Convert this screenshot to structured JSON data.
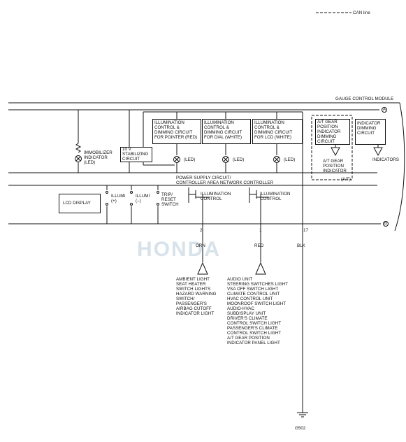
{
  "legend": {
    "can_line": "CAN line"
  },
  "module_title": "GAUGE CONTROL MODULE",
  "bus_a": "A",
  "bus_b": "B",
  "immobilizer": "IMMOBILIZER\nINDICATOR\n(LED)",
  "stabilizing": "10 V\nSTABILIZING\nCIRCUIT",
  "illum_pointer": "ILLUMINATION\nCONTROL &\nDIMMING CIRCUIT\nFOR POINTER (RED)",
  "illum_dial": "ILLUMINATION\nCONTROL &\nDIMMING CIRCUIT\nFOR DIAL (WHITE)",
  "illum_lcd": "ILLUMINATION\nCONTROL &\nDIMMING CIRCUIT\nFOR LCD (WHITE)",
  "led": "(LED)",
  "at_dimming": "A/T GEAR\nPOSITION\nINDICATOR\nDIMMING\nCIRCUIT",
  "at_indicator": "A/T GEAR\nPOSITION\nINDICATOR",
  "at_tag": "(A/T)",
  "indicator_dimming": "INDICATOR\nDIMMING\nCIRCUIT",
  "indicators": "INDICATORS",
  "power_supply": "POWER SUPPLY CIRCUIT/\nCONTROLLER AREA NETWORK CONTROLLER",
  "lcd_display": "LCD DISPLAY",
  "illumi_plus": "ILLUMI\n(+)",
  "illumi_minus": "ILLUMI\n(–)",
  "trip_reset": "TRIP/\nRESET\nSWITCH",
  "illum_control_1": "ILLUMINATION\nCONTROL",
  "illum_control_2": "ILLUMINATION\nCONTROL",
  "pins": {
    "p2": "2",
    "p1": "1",
    "p17": "17"
  },
  "wires": {
    "orn": "ORN",
    "red": "RED",
    "blk": "BLK"
  },
  "orn_loads": "AMBIENT LIGHT\nSEAT HEATER\nSWITCH LIGHTS\nHAZARD WARNING\nSWITCH/\nPASSENGER'S\nAIRBAG CUTOFF\nINDICATOR LIGHT",
  "red_loads": "AUDIO UNIT\nSTEERING SWITCHES LIGHT\nVSA OFF SWITCH LIGHT\nCLIMATE CONTROL UNIT\nHVAC CONTROL UNIT\nMOONROOF SWITCH LIGHT\nAUDIO-HVAC\nSUBDISPLAY UNIT\nDRIVER'S CLIMATE\nCONTROL SWITCH LIGHT\nPASSENGER'S CLIMATE\nCONTROL SWITCH LIGHT\nA/T GEAR POSITION\nINDICATOR PANEL LIGHT",
  "ground": "G502",
  "watermark": "HONDA"
}
